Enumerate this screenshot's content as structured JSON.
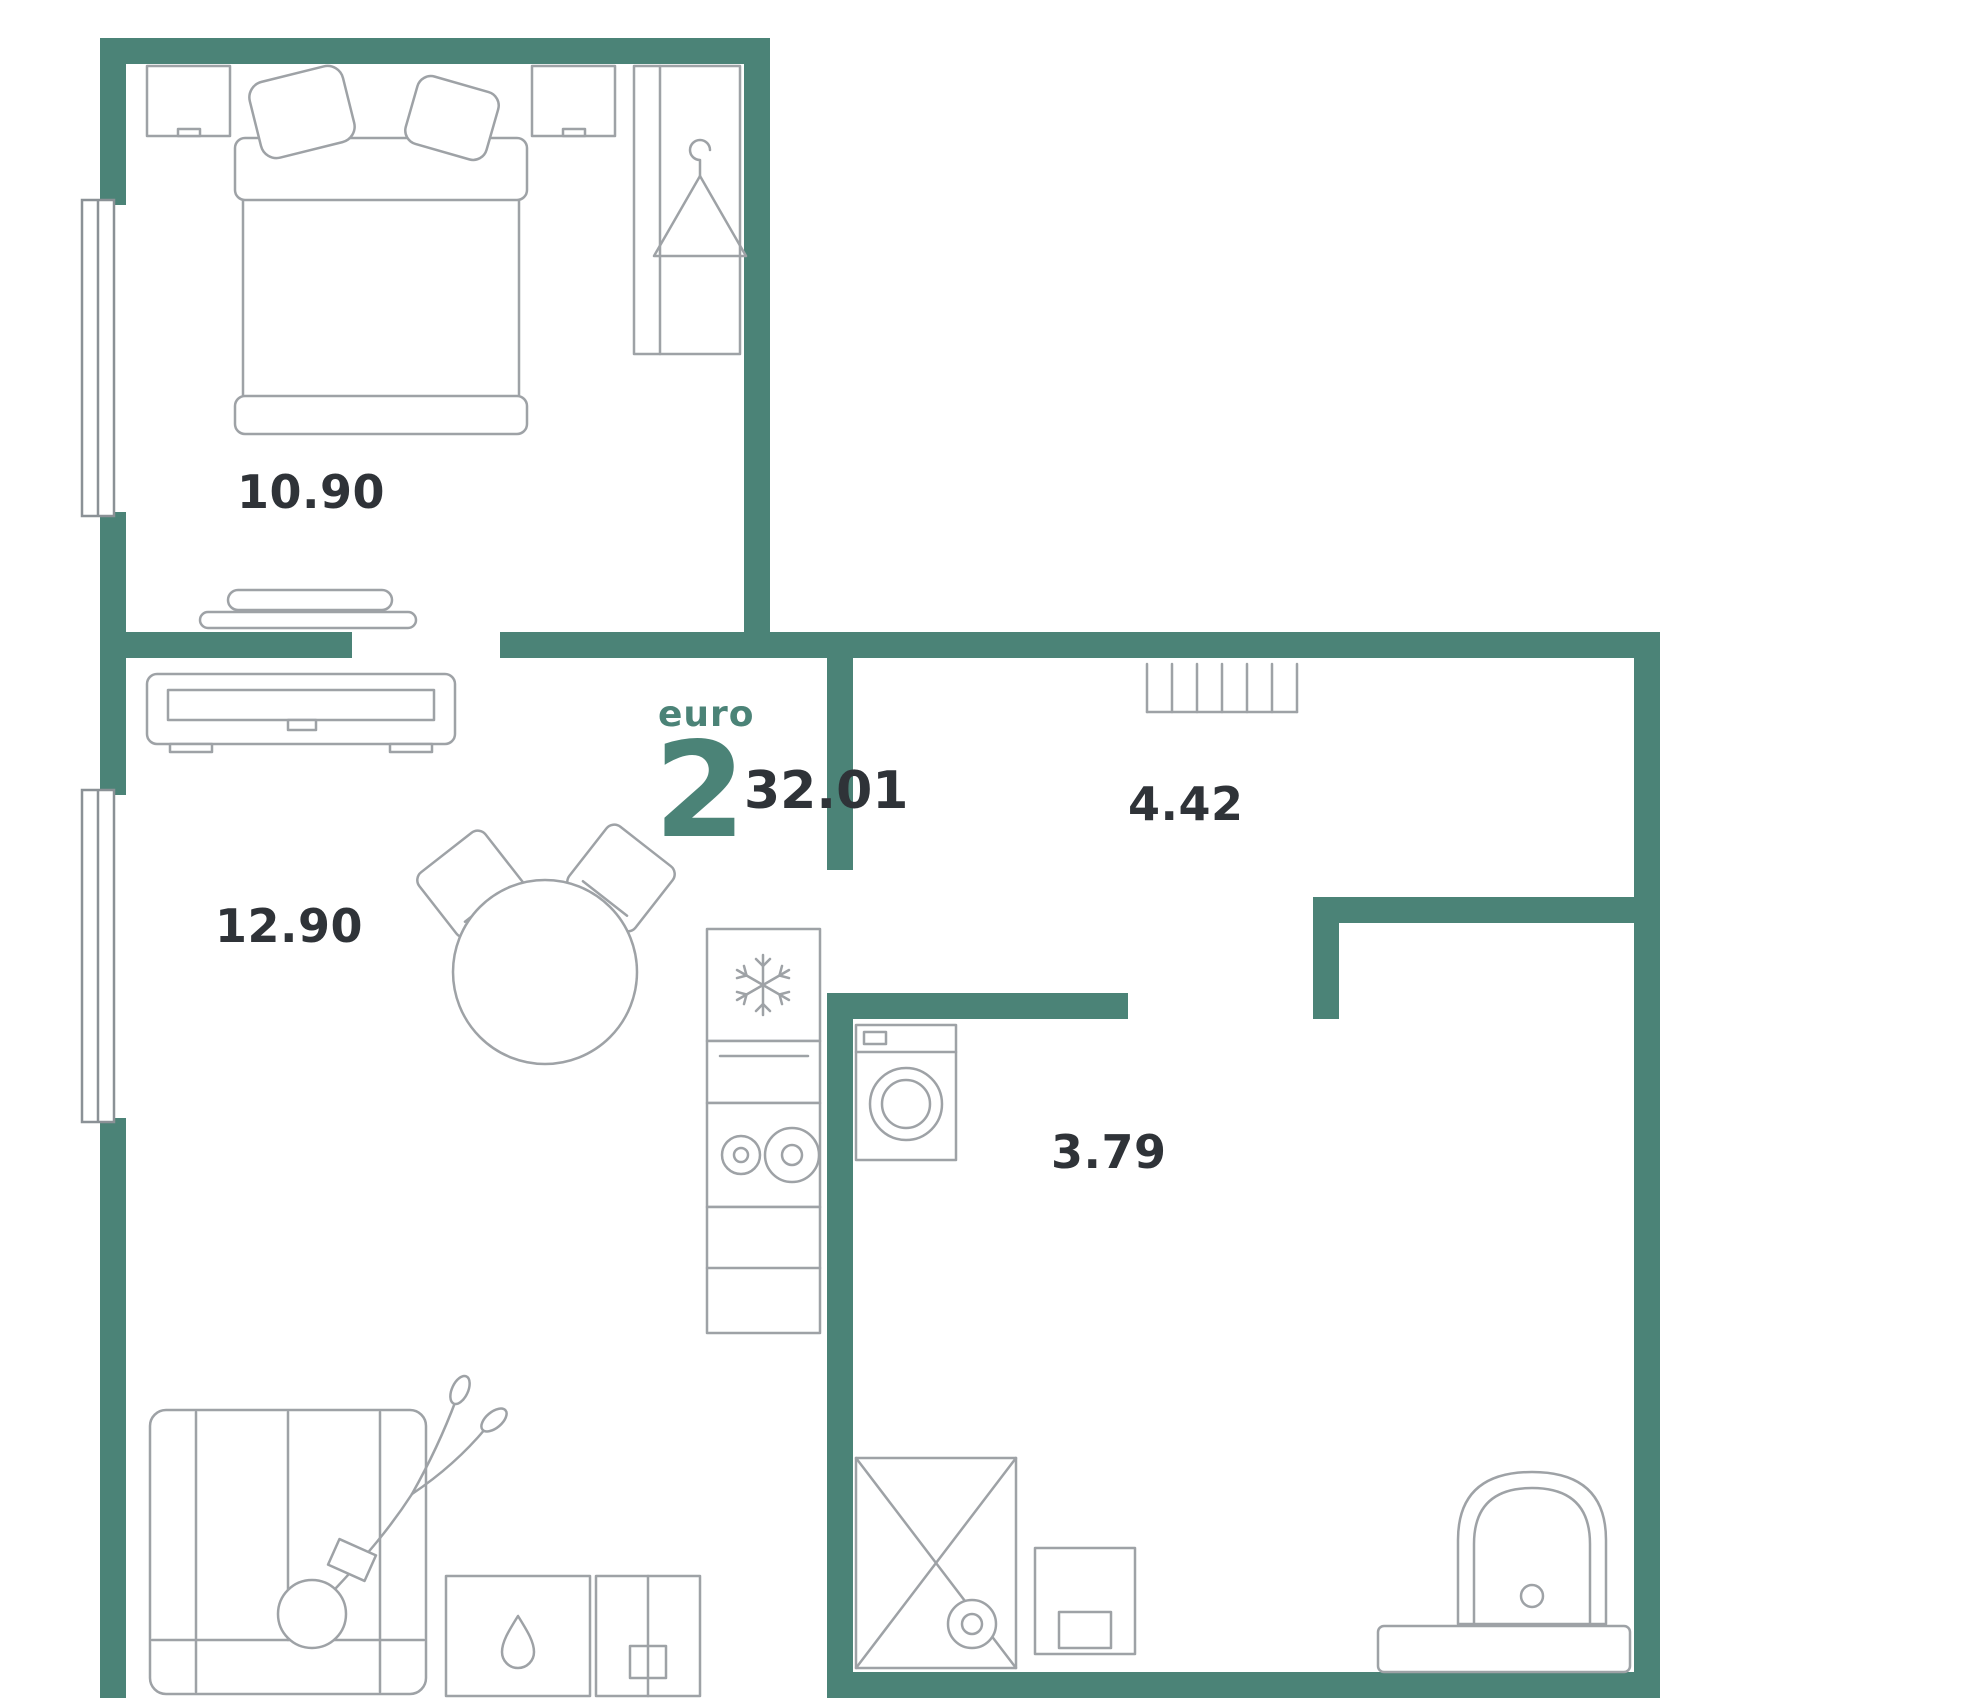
{
  "plan": {
    "title": {
      "prefix": "euro",
      "number": "2",
      "total_area": "32.01"
    },
    "rooms": {
      "bedroom": {
        "area": "10.90"
      },
      "living": {
        "area": "12.90"
      },
      "hallway": {
        "area": "4.42"
      },
      "bathroom": {
        "area": "3.79"
      }
    },
    "colors": {
      "wall": "#4B8377",
      "accent": "#4B8377",
      "furniture_line": "#9EA2A6",
      "label_text": "#2F3338",
      "background": "#FFFFFF"
    }
  }
}
